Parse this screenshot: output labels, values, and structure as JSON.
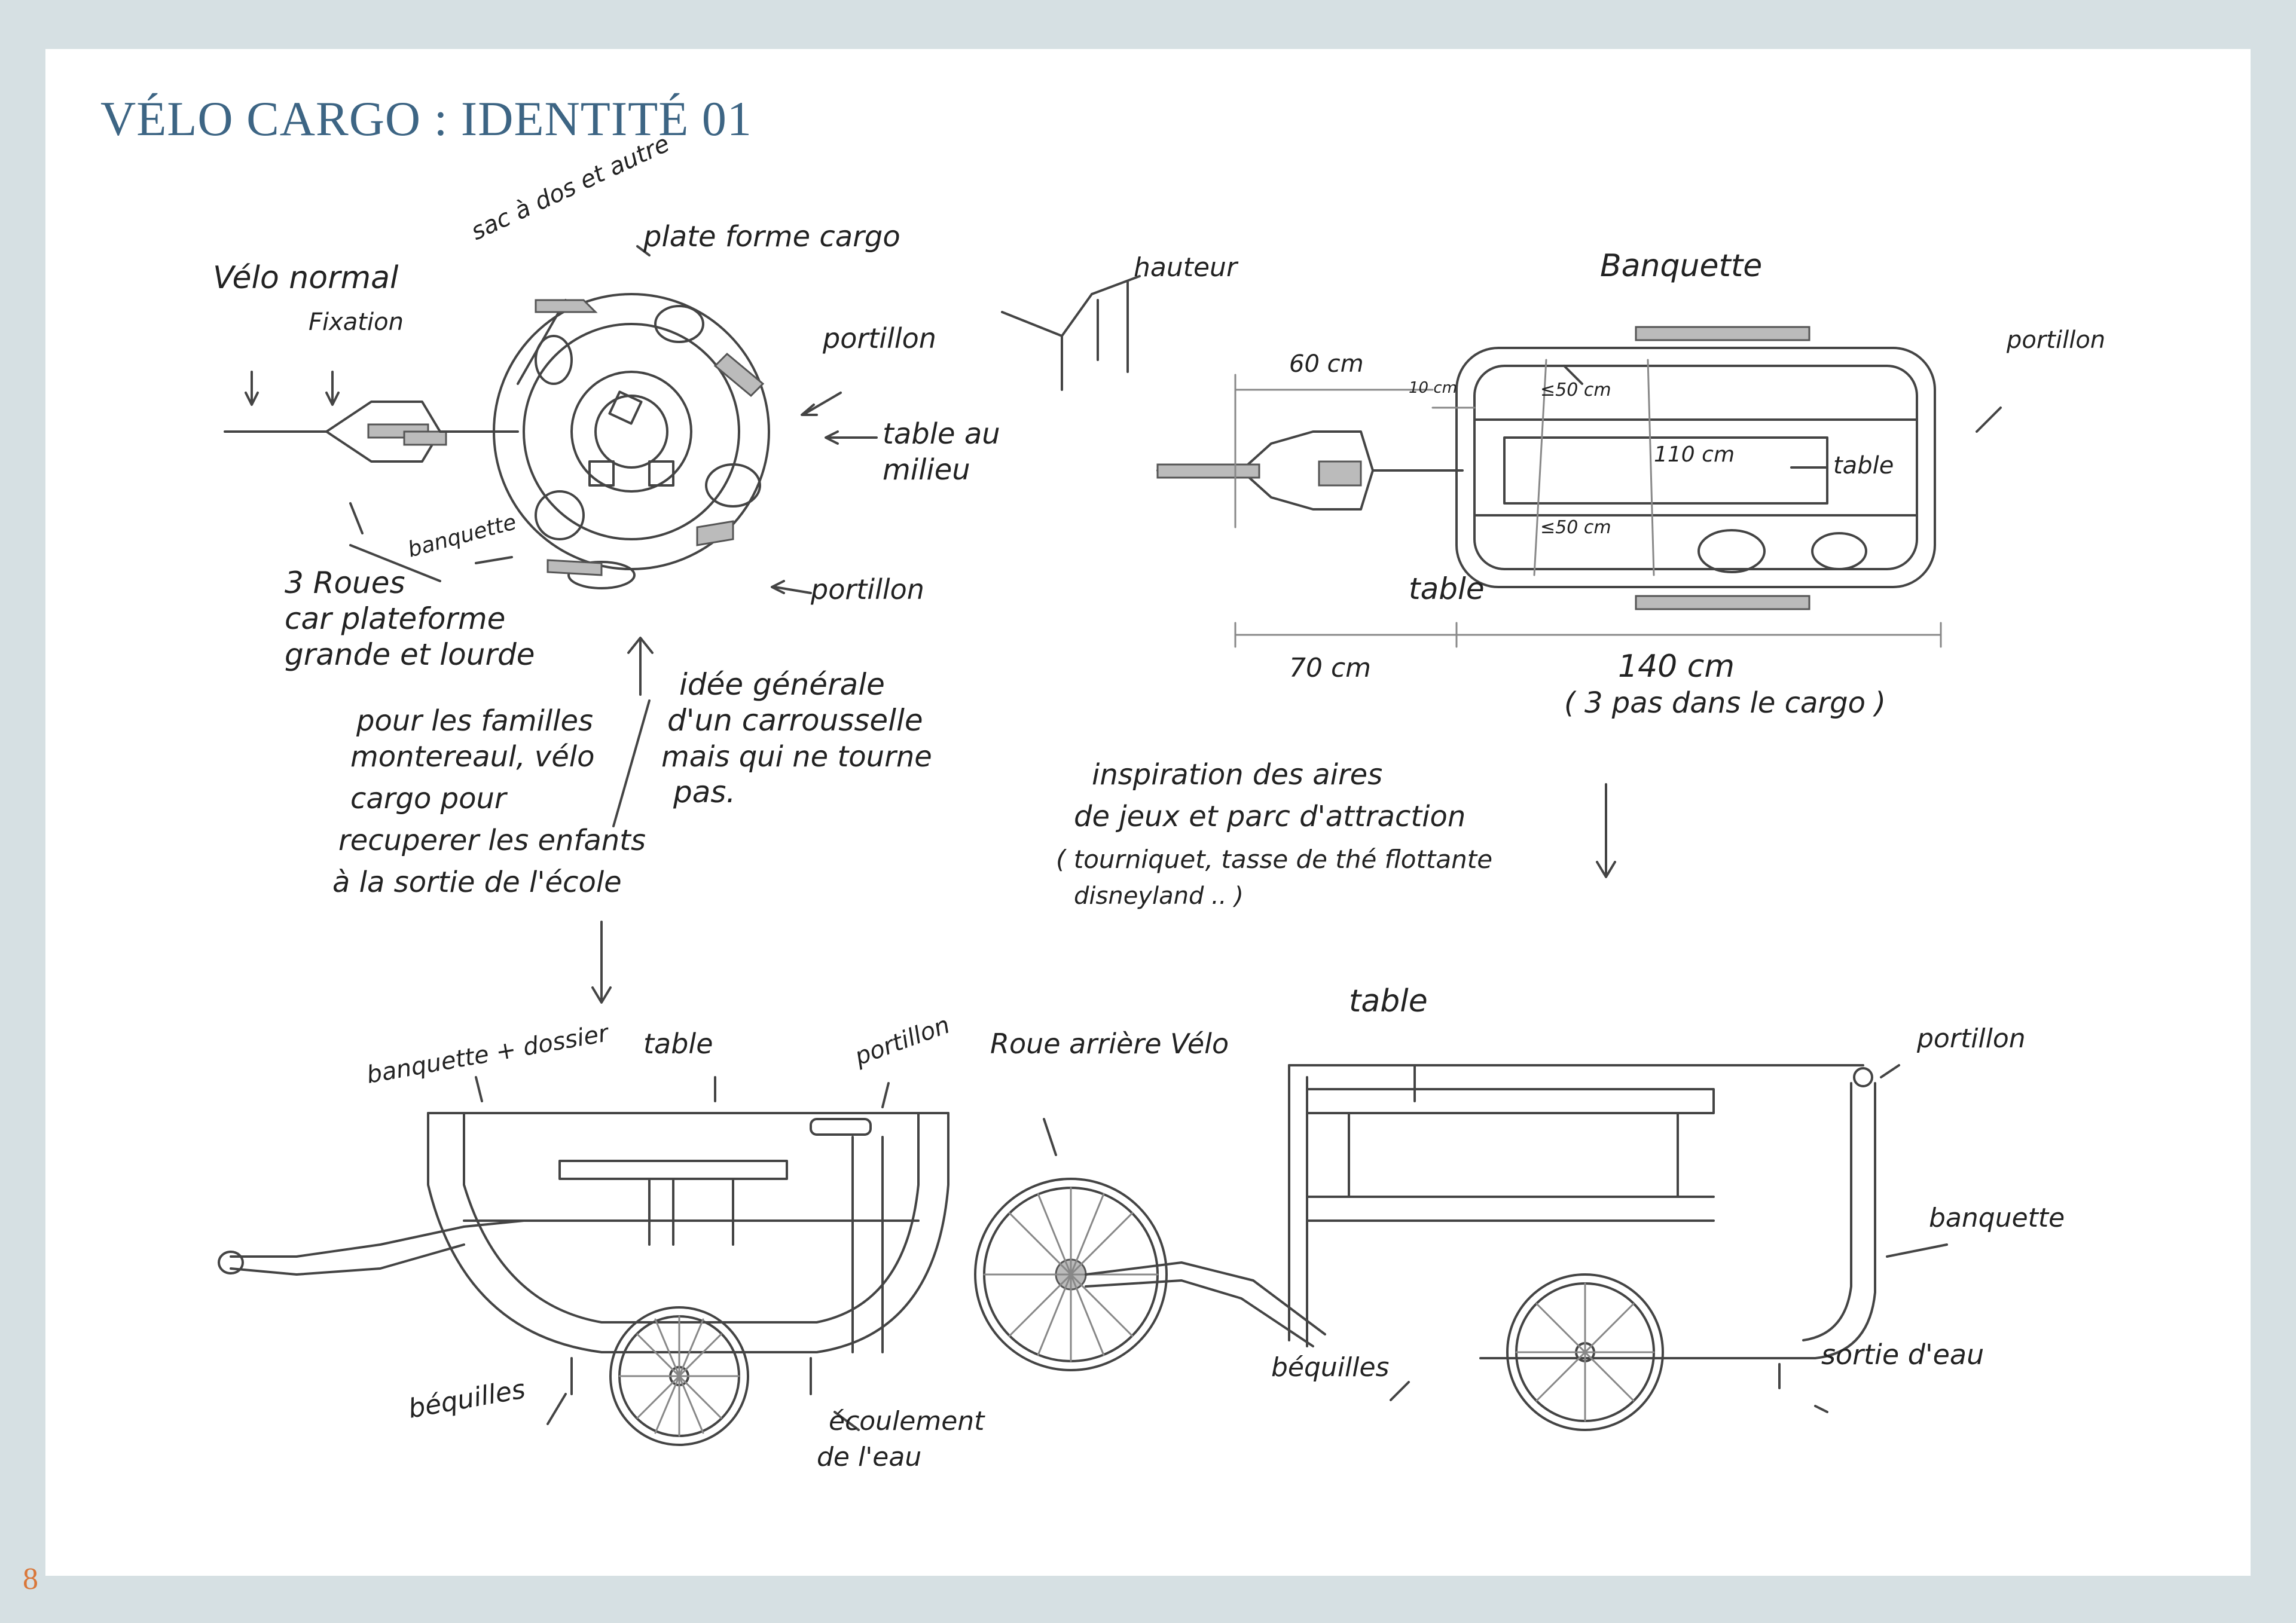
{
  "header": {
    "title": "VÉLO CARGO : IDENTITÉ 01"
  },
  "footer": {
    "page_number": "8"
  },
  "colors": {
    "title": "#3d6584",
    "page_number": "#d9773a",
    "frame": "#d6e0e3"
  },
  "annotations": {
    "velo_normal": "Vélo normal",
    "fixation": "Fixation",
    "sac_a_dos": "sac à dos et autre",
    "plate_forme_cargo": "plate forme cargo",
    "portillon": "portillon",
    "table_au_milieu_1": "table au",
    "table_au_milieu_2": "milieu",
    "banquette": "banquette",
    "trois_roues_1": "3 Roues",
    "trois_roues_2": "car plateforme",
    "trois_roues_3": "grande et lourde",
    "idee_1": "idée générale",
    "idee_2": "d'un carrousselle",
    "idee_3": "mais qui ne tourne",
    "idee_4": "pas.",
    "familles_1": "pour les familles",
    "familles_2": "montereaul, vélo",
    "familles_3": "cargo pour",
    "familles_4": "recuperer les enfants",
    "familles_5": "à la sortie de l'école",
    "hauteur": "hauteur",
    "banquette_top": "Banquette",
    "dim_60": "60 cm",
    "dim_10": "10 cm",
    "dim_50a": "≤50 cm",
    "dim_110": "110 cm",
    "dim_50b": "≤50 cm",
    "table_r": "table",
    "table_bottom": "table",
    "dim_70": "70 cm",
    "dim_140": "140 cm",
    "trois_pas": "( 3 pas dans le cargo )",
    "inspiration_1": "inspiration des aires",
    "inspiration_2": "de jeux et parc d'attraction",
    "inspiration_3": "( tourniquet, tasse de thé flottante",
    "inspiration_4": "disneyland .. )",
    "banquette_dossier": "banquette + dossier",
    "table_side": "table",
    "portillon_side": "portillon",
    "roue_arriere": "Roue arrière Vélo",
    "table_right": "table",
    "portillon_right": "portillon",
    "banquette_right": "banquette",
    "bequilles_l": "béquilles",
    "ecoulement_1": "écoulement",
    "ecoulement_2": "de l'eau",
    "bequilles_r": "béquilles",
    "sortie_eau": "sortie d'eau"
  }
}
